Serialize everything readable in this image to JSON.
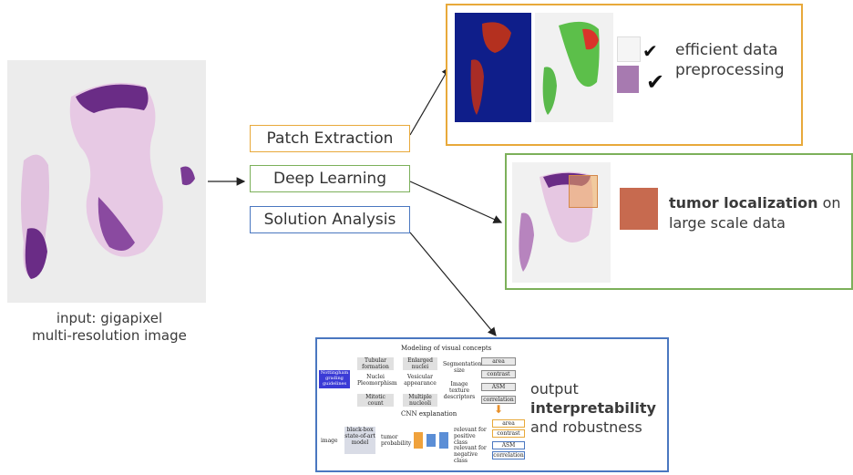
{
  "input": {
    "caption_line1": "input: gigapixel",
    "caption_line2": "multi-resolution image"
  },
  "steps": [
    {
      "label": "Patch Extraction",
      "color": "#e8a93a"
    },
    {
      "label": "Deep Learning",
      "color": "#7cb05a"
    },
    {
      "label": "Solution Analysis",
      "color": "#4a77c0"
    }
  ],
  "preprocessing": {
    "text_line1": "efficient data",
    "text_line2": "preprocessing",
    "color": "#e8a93a"
  },
  "localization": {
    "bold": "tumor localization",
    "after_bold": " on",
    "line2": "large scale data",
    "color": "#7cb05a"
  },
  "interpretability": {
    "line1": "output",
    "bold": "interpretability",
    "line3": "and robustness",
    "color": "#4a77c0",
    "figure": {
      "visual_concepts": "Modeling of visual concepts",
      "grading": "Nottingham grading guidelines",
      "tubular": "Tubular formation",
      "nuclei_pleo": "Nuclei Pleomorphism",
      "mitotic": "Mitotic count",
      "enlarged": "Enlarged nuclei",
      "vesicular": "Vesicular appearance",
      "multiple": "Multiple nucleoli",
      "segmentation": "Segmentation size",
      "texture": "Image texture descriptors",
      "area": "area",
      "contrast": "contrast",
      "asm": "ASM",
      "correlation": "correlation",
      "cnn_explanation": "CNN explanation",
      "image": "image",
      "blackbox": "black-box state-of-art model",
      "tumor_prob": "tumor probability",
      "rel_pos": "relevant for positive class",
      "rel_neg": "relevant for negative class"
    }
  }
}
